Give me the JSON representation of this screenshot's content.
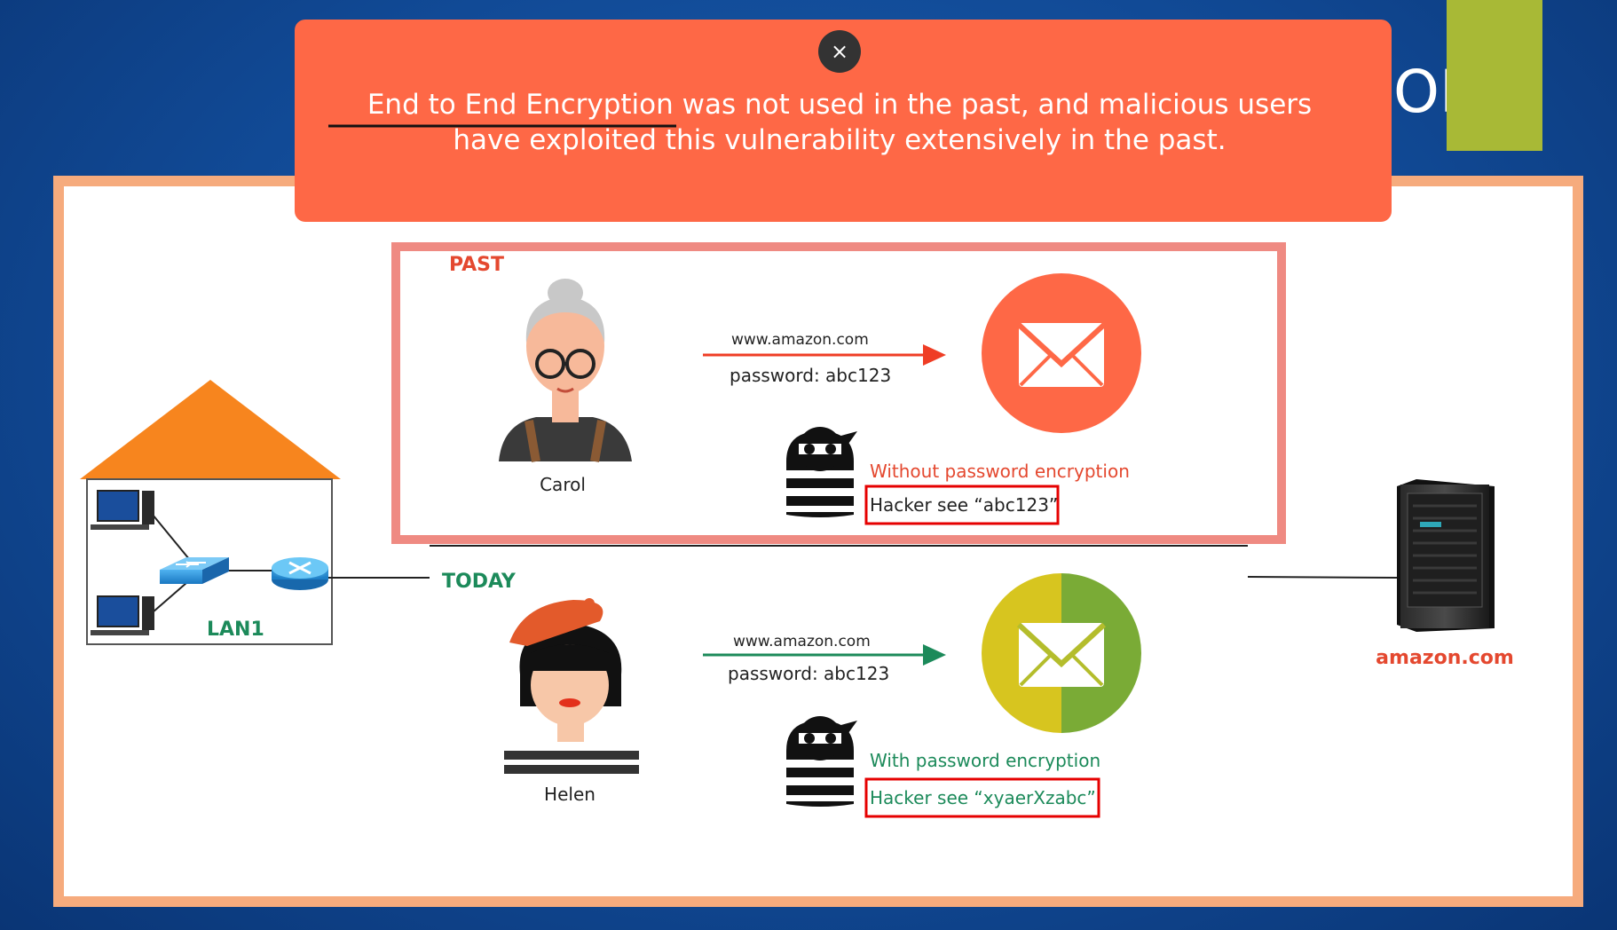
{
  "caption": {
    "line1": "End to End Encryption was not used in the past, and malicious users",
    "line2": "have exploited this vulnerability extensively in the past.",
    "close_symbol": "×"
  },
  "header": {
    "title_fragment": "ORK"
  },
  "lan": {
    "label": "LAN1"
  },
  "past": {
    "section_label": "PAST",
    "person": "Carol",
    "url": "www.amazon.com",
    "password": "password: abc123",
    "status": "Without password encryption",
    "hacker_sees": "Hacker see “abc123”"
  },
  "today": {
    "section_label": "TODAY",
    "person": "Helen",
    "url": "www.amazon.com",
    "password": "password: abc123",
    "status": "With password encryption",
    "hacker_sees": "Hacker see “xyaerXzabc”"
  },
  "server": {
    "label": "amazon.com"
  },
  "colors": {
    "banner": "#fe6846",
    "past_accent": "#e4482f",
    "today_accent": "#1c8a5a",
    "green_block": "#a8b936"
  },
  "icons": [
    "close-icon",
    "desktop-icon",
    "switch-icon",
    "router-icon",
    "person-carol-icon",
    "person-helen-icon",
    "hacker-icon",
    "envelope-icon",
    "server-tower-icon"
  ]
}
